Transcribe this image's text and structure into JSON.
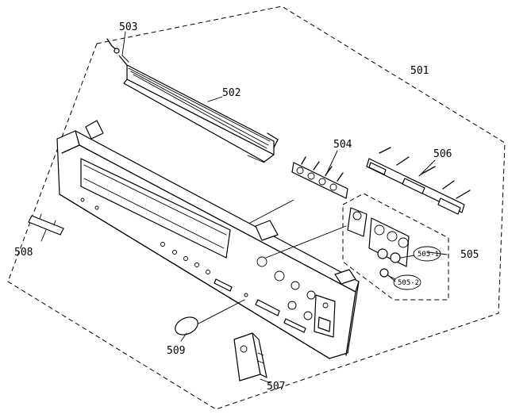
{
  "labels": {
    "p501": "501",
    "p502": "502",
    "p503": "503",
    "p504": "504",
    "p505": "505",
    "p505_1": "505-1",
    "p505_2": "505-2",
    "p506": "506",
    "p507": "507",
    "p508": "508",
    "p509": "509"
  }
}
